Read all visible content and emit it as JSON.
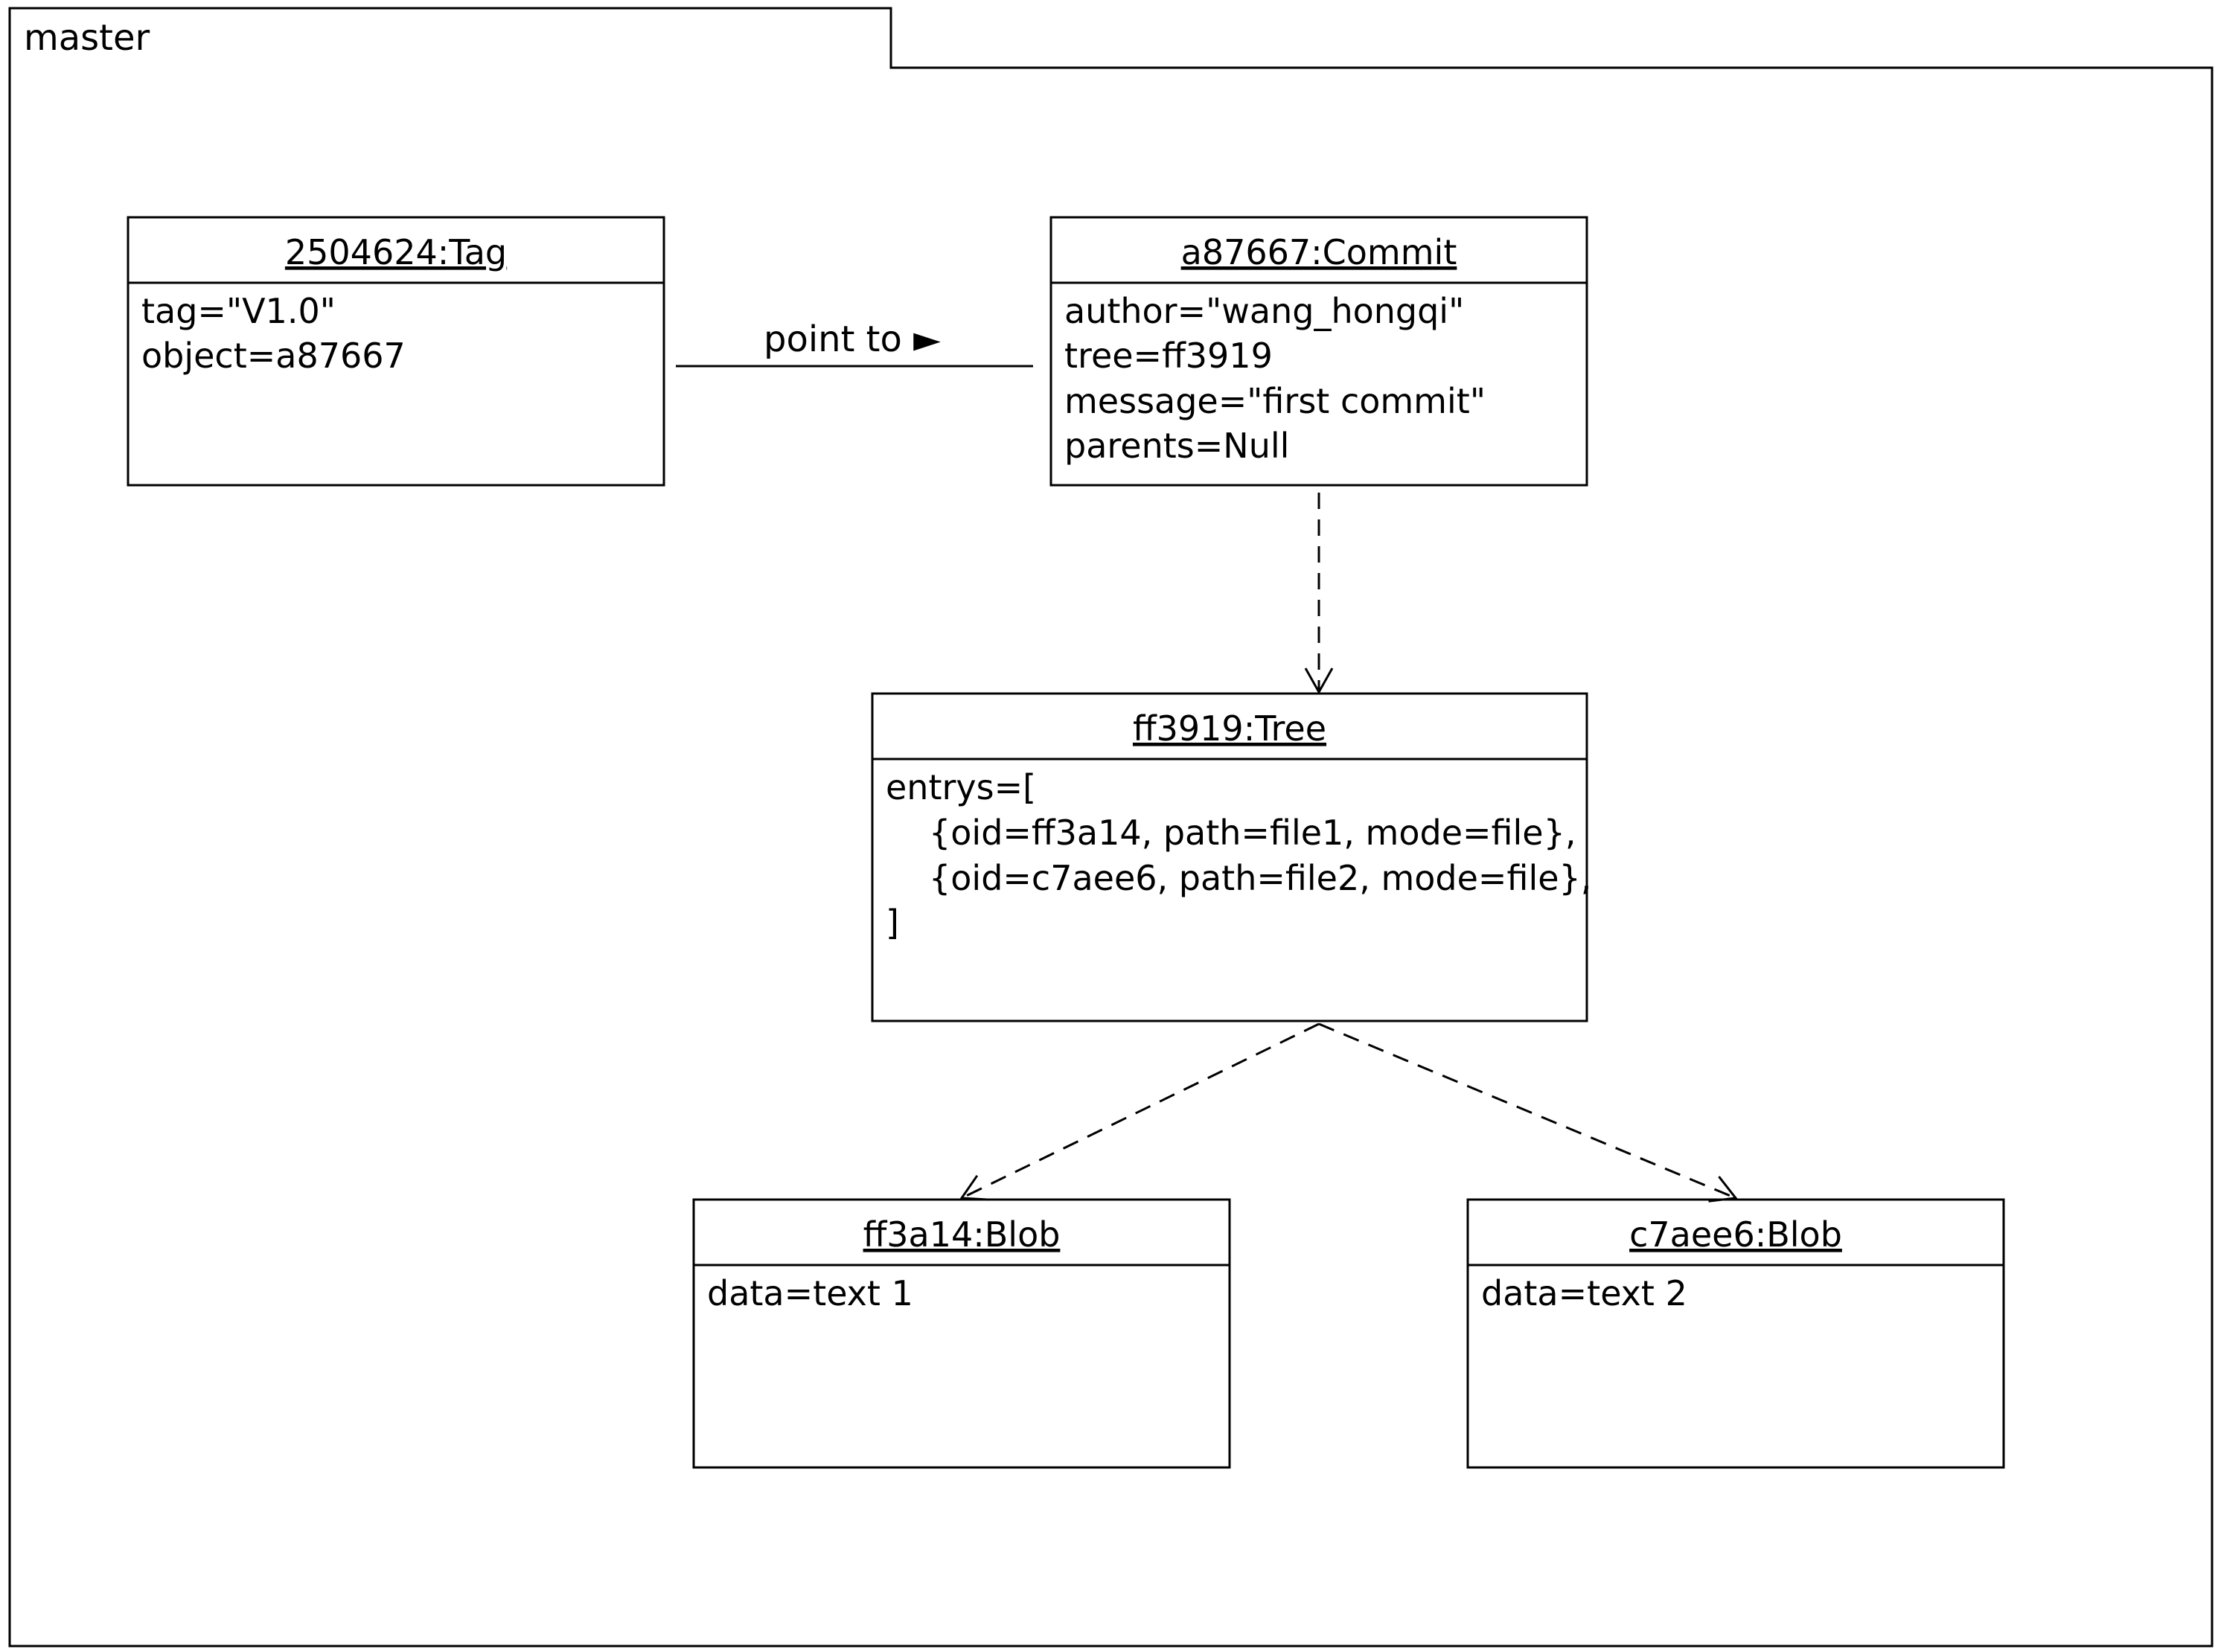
{
  "package": {
    "label": "master"
  },
  "objects": {
    "tag": {
      "title": "2504624:Tag",
      "attrs": [
        "tag=\"V1.0\"",
        "object=a87667"
      ]
    },
    "commit": {
      "title": "a87667:Commit",
      "attrs": [
        "author=\"wang_hongqi\"",
        "tree=ff3919",
        "message=\"first commit\"",
        "parents=Null"
      ]
    },
    "tree": {
      "title": "ff3919:Tree",
      "attrs": [
        "entrys=[",
        "{oid=ff3a14, path=file1, mode=file},",
        "{oid=c7aee6, path=file2, mode=file},",
        "]"
      ]
    },
    "blob1": {
      "title": "ff3a14:Blob",
      "attrs": [
        "data=text 1"
      ]
    },
    "blob2": {
      "title": "c7aee6:Blob",
      "attrs": [
        "data=text 2"
      ]
    }
  },
  "links": {
    "tag_commit": {
      "label": "point to ►"
    }
  },
  "colors": {
    "stroke": "#000000",
    "background": "#ffffff"
  }
}
